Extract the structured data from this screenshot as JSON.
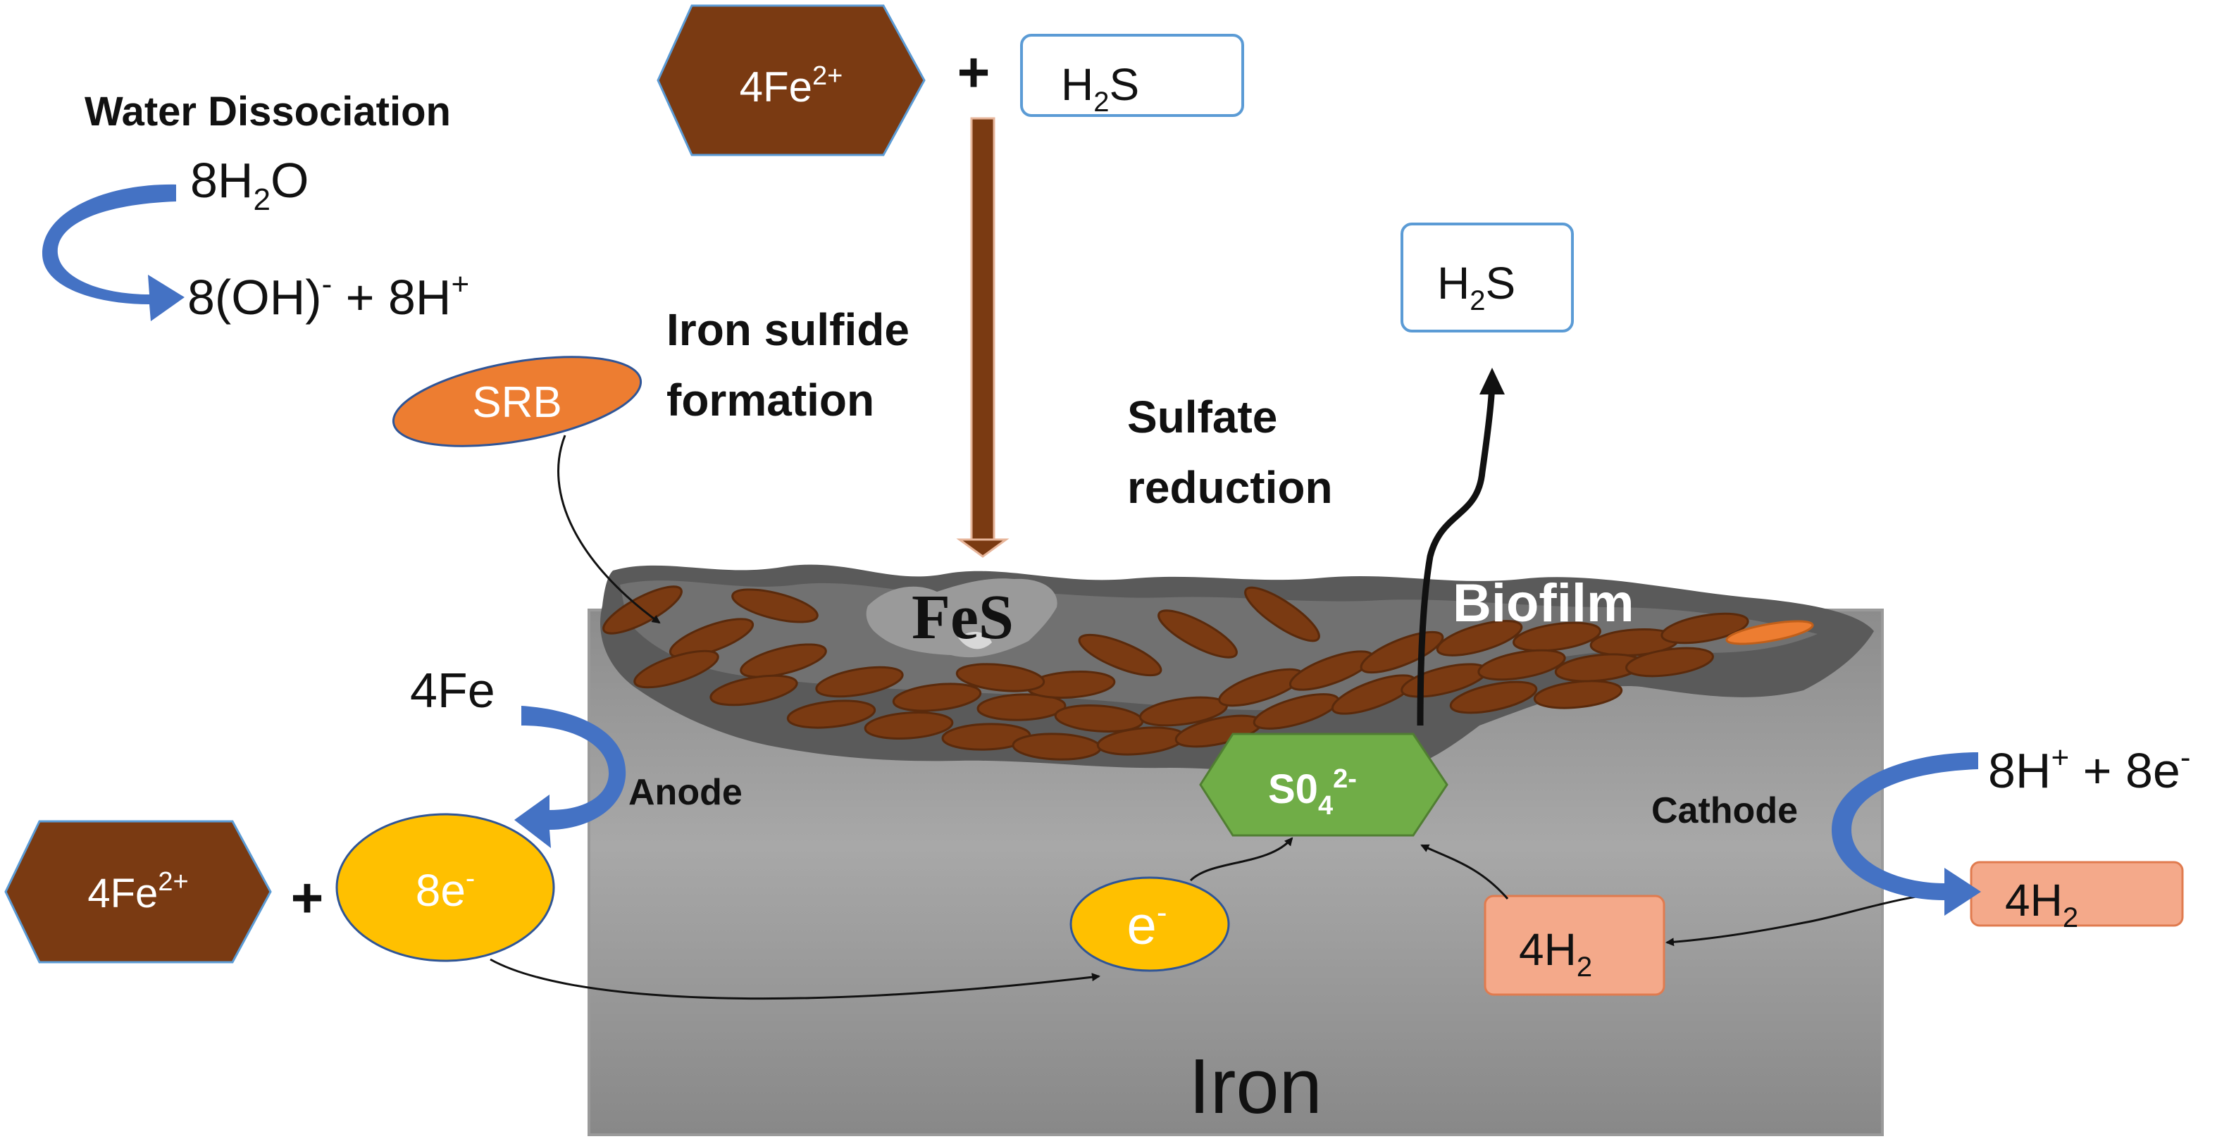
{
  "colors": {
    "iron_light": "#b5b5b5",
    "iron_dark": "#8c8c8c",
    "biofilm_dark": "#5a5a5a",
    "biofilm_mid": "#7a7a7a",
    "fes_gray": "#9a9a9a",
    "brown": "#7a3a12",
    "brown_dark": "#5a2a0c",
    "orange": "#ed7d31",
    "yellow": "#ffc000",
    "green": "#70ad47",
    "salmon": "#f4a98a",
    "blue_arrow": "#4472c4",
    "box_border": "#5b9bd5"
  },
  "labels": {
    "water_dissociation": "Water Dissociation",
    "water_reactant_coef": "8H",
    "water_reactant_sub": "2",
    "water_reactant_tail": "O",
    "water_product_a": "8(OH)",
    "water_product_a_sup": "-",
    "water_product_b": " + 8H",
    "water_product_b_sup": "+",
    "iron_sulfide_line1": "Iron sulfide",
    "iron_sulfide_line2": "formation",
    "sulfate_line1": "Sulfate",
    "sulfate_line2": "reduction",
    "srb": "SRB",
    "fes": "FeS",
    "biofilm": "Biofilm",
    "four_fe": "4Fe",
    "anode": "Anode",
    "cathode": "Cathode",
    "iron": "Iron",
    "plus": "+",
    "h2s_base": "H",
    "h2s_sub": "2",
    "h2s_tail": "S",
    "fe2_base": "4Fe",
    "fe2_sup": "2+",
    "electrons_8": "8e",
    "electron_sup": "-",
    "electron_single": "e",
    "sulfate_base": "S0",
    "sulfate_sub": "4",
    "sulfate_sup": "2-",
    "h2_base": "4H",
    "h2_sub": "2",
    "cathode_reactant_a": "8H",
    "cathode_reactant_a_sup": "+",
    "cathode_reactant_b": " + 8e",
    "cathode_reactant_b_sup": "-"
  }
}
